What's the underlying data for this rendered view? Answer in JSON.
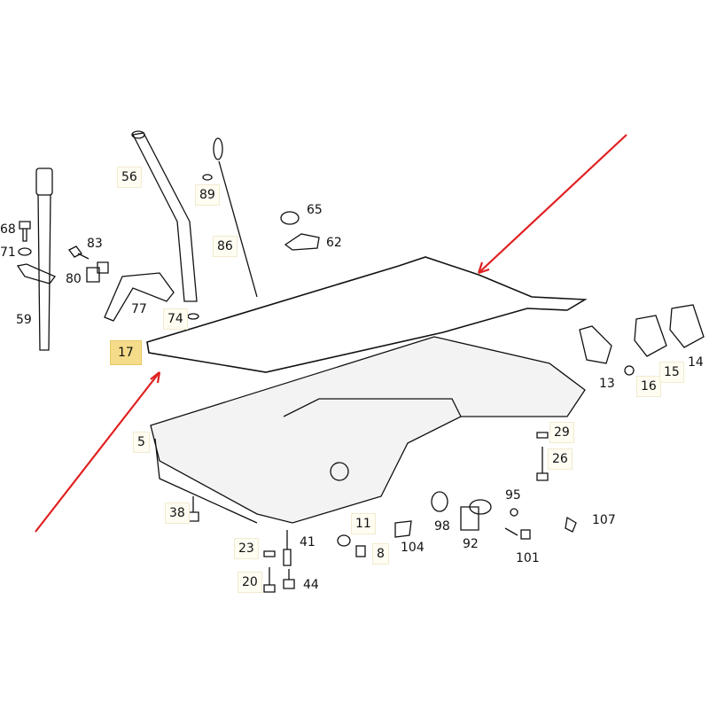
{
  "diagram": {
    "labels": [
      "56",
      "89",
      "65",
      "62",
      "86",
      "68",
      "71",
      "83",
      "80",
      "77",
      "74",
      "59",
      "17",
      "5",
      "13",
      "16",
      "15",
      "14",
      "29",
      "26",
      "95",
      "98",
      "92",
      "107",
      "101",
      "38",
      "11",
      "104",
      "8",
      "23",
      "41",
      "20",
      "44"
    ],
    "highlighted_label": "17",
    "colors": {
      "line": "#111111",
      "arrow": "#e02020",
      "highlight": "#f5dc8a"
    }
  }
}
